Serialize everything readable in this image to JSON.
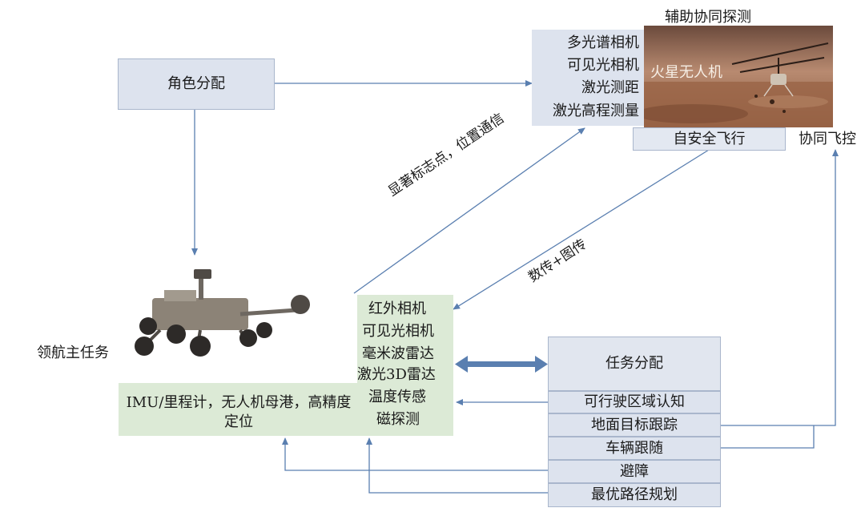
{
  "role_box": {
    "label": "角色分配"
  },
  "drone_sensors": {
    "items": [
      "多光谱相机",
      "可见光相机",
      "激光测距",
      "激光高程测量"
    ]
  },
  "drone": {
    "title": "辅助协同探测",
    "photo_label": "火星无人机",
    "safe_flight": "自安全飞行",
    "coop_control": "协同飞控"
  },
  "links": {
    "diag_up": "显著标志点，位置通信",
    "diag_down": "数传+图传"
  },
  "rover": {
    "label": "领航主任务",
    "positioning": "IMU/里程计，无人机母港，高精度定位"
  },
  "rover_sensors": {
    "items": [
      "红外相机",
      "可见光相机",
      "毫米波雷达",
      "激光3D雷达",
      "温度传感",
      "磁探测"
    ]
  },
  "task_box": {
    "title": "任务分配",
    "items": [
      "可行驶区域认知",
      "地面目标跟踪",
      "车辆跟随",
      "避障",
      "最优路径规划"
    ]
  },
  "colors": {
    "blue_box": "#dde3ee",
    "green_box": "#dcead6",
    "line": "#5a7fb0"
  }
}
